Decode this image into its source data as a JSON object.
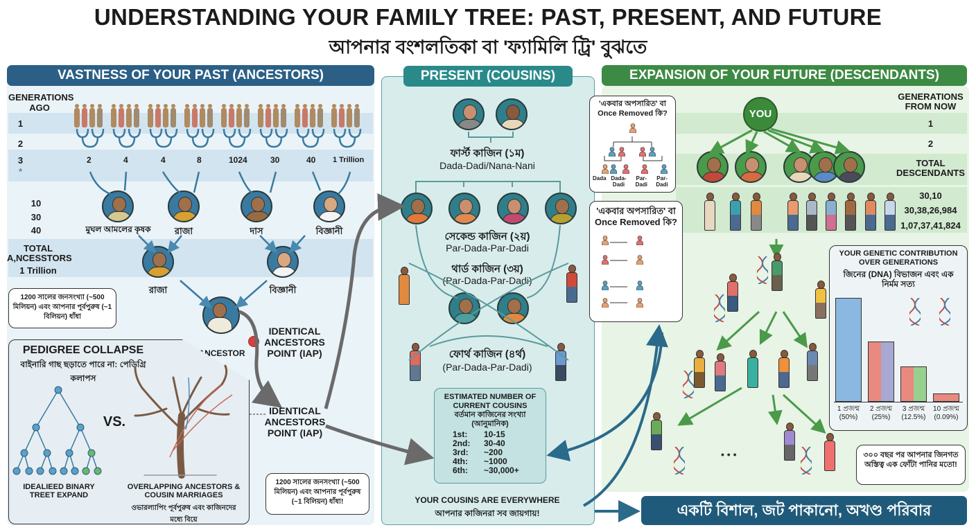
{
  "title": "UNDERSTANDING YOUR FAMILY TREE: PAST, PRESENT, AND FUTURE",
  "subtitle": "আপনার বংশলতিকা বা 'ফ্যামিলি ট্রি' বুঝতে",
  "past": {
    "header": "VASTNESS OF YOUR PAST (ANCESTORS)",
    "gen_header": "GENERATIONS AGO",
    "gen_rows": [
      "1",
      "2",
      "3",
      "*",
      "10",
      "30",
      "40"
    ],
    "total_label": "TOTAL A,NCESSTORS",
    "total_value": "1 Trillion",
    "counts": [
      "2",
      "4",
      "4",
      "8",
      "1024",
      "30",
      "40",
      "1 Trillion"
    ],
    "figures": {
      "farmer": "মুঘল আমলের কৃষক",
      "king1": "রাজা",
      "slave": "দাস",
      "scientist1": "বিজ্ঞানী",
      "king2": "রাজা",
      "scientist2": "বিজ্ঞানী",
      "ancestor": "ANCESTOR"
    },
    "iap1": "IDENTICAL ANCESTORS POINT (IAP)",
    "iap2": "IDENTICAL ANCESTORS POINT (IAP)",
    "bubble": "1200 সালের জনসংখ্যা (~500 মিলিয়ন) এবং আপনার পূর্বপুরুষ (~1 বিলিয়ন) ধাঁধা",
    "pedigree": {
      "title": "PEDIGREE COLLAPSE",
      "subtitle": "বাইনারি গাছ ছড়াতে পারে না: পেডিগ্রি কলাপস",
      "vs": "VS.",
      "left_caption": "IDEALIEED BINARY TREET EXPAND",
      "right_caption": "OVERLAPPING ANCESTORS & COUSIN MARRIAGES",
      "right_caption_bn": "ওভারল্যাপিং পূর্বপুরুষ এবং কাজিনদের মধ্যে বিয়ে"
    },
    "bottom_note": "1200 সালের জনসংখ্যা (~500 মিলিয়ন) এবং আপনার পূর্বপুরুষ (~1 বিলিয়ন) ধাঁধা!"
  },
  "present": {
    "header": "PRESENT (COUSINS)",
    "first_bn": "ফার্স্ট কাজিন (১ম)",
    "first_en": "Dada-Dadi/Nana-Nani",
    "second_bn": "সেকেন্ড কাজিন (২য়)",
    "second_en": "Par-Dada-Par-Dadi",
    "third_bn": "থার্ড কাজিন (৩য়)",
    "third_en": "(Par-Dada-Par-Dadi)",
    "fourth_bn": "ফোর্থ কাজিন (৪র্থ)",
    "fourth_en": "(Par-Dada-Par-Dadi)",
    "estimate": {
      "title": "ESTIMATED NUMBER OF CURRENT COUSINS",
      "title_bn": "বর্তমান কাজিনের সংখ্যা (আনুমানিক)",
      "rows": [
        {
          "k": "1st:",
          "v": "10-15"
        },
        {
          "k": "2nd:",
          "v": "30-40"
        },
        {
          "k": "3rd:",
          "v": "~200"
        },
        {
          "k": "4th:",
          "v": "~1000"
        },
        {
          "k": "6th:",
          "v": "~30,000+"
        }
      ]
    },
    "footer": "YOUR COUSINS ARE EVERYWHERE",
    "footer_bn": "আপনার কাজিনরা সব জায়গায়!"
  },
  "future": {
    "header": "EXPANSION OF YOUR FUTURE (DESCENDANTS)",
    "you": "YOU",
    "gen_header": "GENERATIONS FROM NOW",
    "gen_rows": [
      "1",
      "2"
    ],
    "total_label": "TOTAL DESCENDANTS",
    "totals": [
      "30,10",
      "30,38,26,984",
      "1,07,37,41,824"
    ],
    "once_removed_1": "'একবার অপসারিত' বা Once Removed কি?",
    "once_removed_labels": [
      "Dada",
      "Dada-Dadi",
      "Par-Dadi",
      "Par-Dadi"
    ],
    "once_removed_2": "'একবার অপসারিত' বা Once Removed কি?",
    "genetic": {
      "title": "YOUR GENETIC CONTRIBUTION OVER GENERATIONS",
      "title_bn": "জিনের (DNA) বিভাজন এবং এক নির্মম সত্য",
      "bars": [
        {
          "label": "1 প্রজন্ম",
          "pct_label": "(50%)",
          "value": 50
        },
        {
          "label": "2 প্রজন্ম",
          "pct_label": "(25%)",
          "value": 25
        },
        {
          "label": "3 প্রজন্ম",
          "pct_label": "(12.5%)",
          "value": 12.5
        },
        {
          "label": "10 প্রজন্ম",
          "pct_label": "(0.09%)",
          "value": 0.09
        }
      ]
    },
    "ellipsis": "• • •",
    "drop_bubble": "৩০০ বছর পর আপনার জিনগত অস্তিত্ব এক ফোঁটা পানির মতো!"
  },
  "banner": "একটি বিশাল, জট পাকানো, অখণ্ড পরিবার",
  "colors": {
    "past": "#2b5f86",
    "present": "#2a8a8a",
    "future": "#3d8a45",
    "banner": "#1f5a7a"
  }
}
